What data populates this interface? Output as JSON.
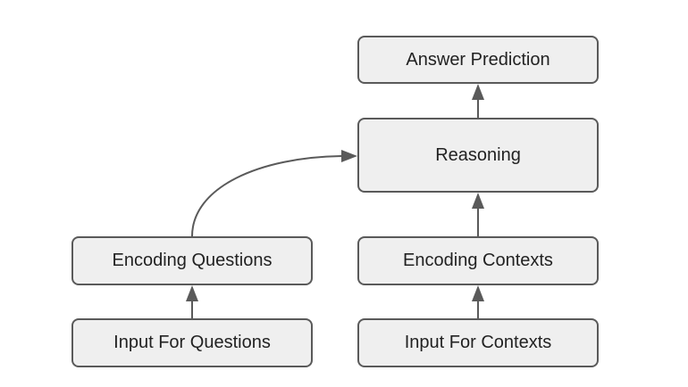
{
  "diagram": {
    "nodes": {
      "answer_prediction": "Answer Prediction",
      "reasoning": "Reasoning",
      "encoding_questions": "Encoding Questions",
      "encoding_contexts": "Encoding Contexts",
      "input_for_questions": "Input For Questions",
      "input_for_contexts": "Input For Contexts"
    },
    "edges": [
      {
        "from": "input_for_questions",
        "to": "encoding_questions"
      },
      {
        "from": "input_for_contexts",
        "to": "encoding_contexts"
      },
      {
        "from": "encoding_contexts",
        "to": "reasoning"
      },
      {
        "from": "encoding_questions",
        "to": "reasoning"
      },
      {
        "from": "reasoning",
        "to": "answer_prediction"
      }
    ],
    "colors": {
      "node_fill": "#efefef",
      "node_border": "#5a5a5a",
      "arrow": "#5a5a5a",
      "text": "#222222"
    }
  }
}
